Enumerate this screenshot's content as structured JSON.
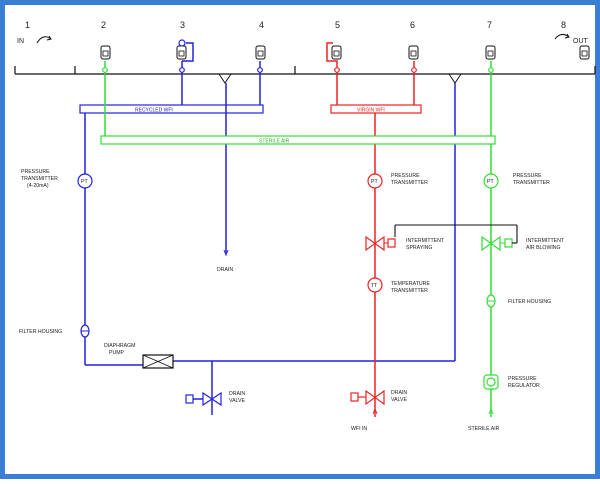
{
  "colors": {
    "recycled": "#2222dd",
    "virgin": "#ee2222",
    "air": "#33dd33",
    "structure": "#111111",
    "frame": "#3a7fd5"
  },
  "stations": [
    {
      "number": "1"
    },
    {
      "number": "2"
    },
    {
      "number": "3"
    },
    {
      "number": "4"
    },
    {
      "number": "5"
    },
    {
      "number": "6"
    },
    {
      "number": "7"
    },
    {
      "number": "8"
    }
  ],
  "in_label": "IN",
  "out_label": "OUT",
  "headers": {
    "recycled": "RECYCLED WFI",
    "virgin": "VIRGIN WFI",
    "air": "STERILE AIR"
  },
  "recycled_loop": {
    "pressure_transmitter": [
      "PRESSURE",
      "TRANSMITTER",
      "(4-20mA)"
    ],
    "pt_symbol": "PT",
    "filter_housing": "FILTER HOUSING",
    "pump": [
      "DIAPHRAGM",
      "PUMP"
    ],
    "drain": "DRAIN",
    "drain_valve": [
      "DRAIN",
      "VALVE"
    ]
  },
  "virgin_loop": {
    "pressure_transmitter": [
      "PRESSURE",
      "TRANSMITTER"
    ],
    "pt_symbol": "PT",
    "spraying": [
      "INTERMITTENT",
      "SPRAYING"
    ],
    "temperature_transmitter": [
      "TEMPERATURE",
      "TRANSMITTER"
    ],
    "tt_symbol": "TT",
    "drain_valve": [
      "DRAIN",
      "VALVE"
    ],
    "inlet": "WFI IN"
  },
  "air_loop": {
    "pressure_transmitter": [
      "PRESSURE",
      "TRANSMITTER"
    ],
    "pt_symbol": "PT",
    "blowing": [
      "INTERMITTENT",
      "AIR BLOWING"
    ],
    "filter_housing": "FILTER HOUSING",
    "regulator": [
      "PRESSURE",
      "REGULATOR"
    ],
    "inlet": "STERILE AIR"
  }
}
